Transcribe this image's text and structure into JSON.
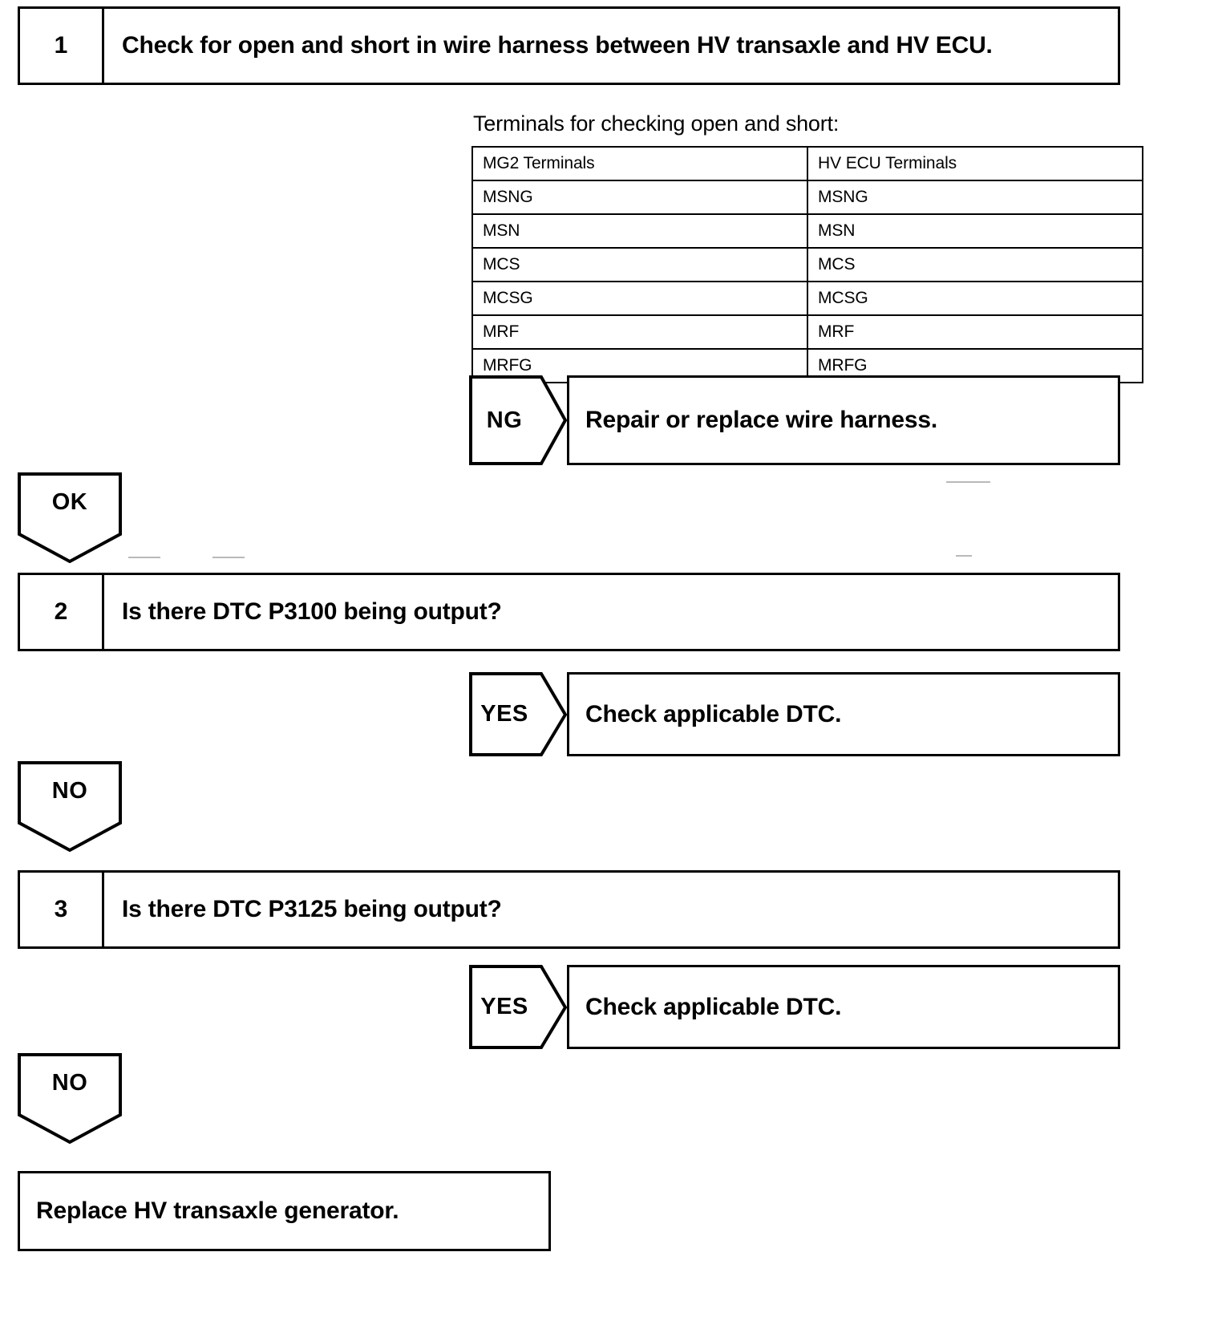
{
  "document": {
    "title": "HV transaxle / HV ECU wire harness diagnostic flow"
  },
  "steps": [
    {
      "number": "1",
      "text": "Check for open and short in wire harness between HV transaxle and HV ECU."
    },
    {
      "number": "2",
      "text": "Is there DTC P3100 being output?"
    },
    {
      "number": "3",
      "text": "Is there DTC P3125 being output?"
    }
  ],
  "terminals_table": {
    "caption": "Terminals for checking open and short:",
    "headers": [
      "MG2 Terminals",
      "HV ECU Terminals"
    ],
    "rows": [
      [
        "MSNG",
        "MSNG"
      ],
      [
        "MSN",
        "MSN"
      ],
      [
        "MCS",
        "MCS"
      ],
      [
        "MCSG",
        "MCSG"
      ],
      [
        "MRF",
        "MRF"
      ],
      [
        "MRFG",
        "MRFG"
      ]
    ]
  },
  "branches": {
    "ng_label": "NG",
    "ok_label": "OK",
    "yes_label": "YES",
    "no_label": "NO"
  },
  "results": {
    "repair_harness": "Repair or replace wire harness.",
    "check_dtc_1": "Check applicable DTC.",
    "check_dtc_2": "Check applicable DTC.",
    "replace_generator": "Replace HV transaxle generator."
  },
  "colors": {
    "ink": "#000000",
    "paper": "#ffffff"
  }
}
